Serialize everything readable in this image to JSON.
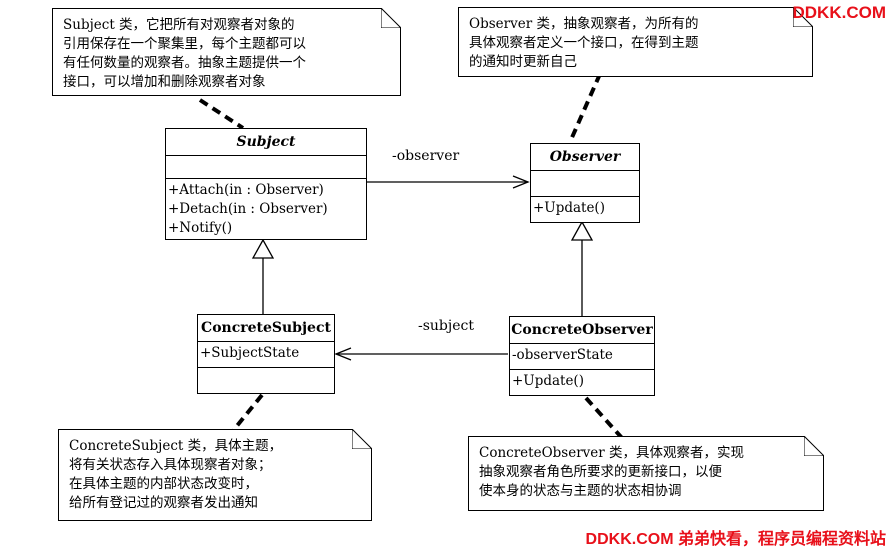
{
  "watermarks": {
    "top_right": "DDKK.COM",
    "bottom_right": "DDKK.COM 弟弟快看，程序员编程资料站"
  },
  "notes": {
    "subject": {
      "lines": [
        "Subject 类，它把所有对观察者对象的",
        "引用保存在一个聚集里，每个主题都可以",
        "有任何数量的观察者。抽象主题提供一个",
        "接口，可以增加和删除观察者对象"
      ]
    },
    "observer": {
      "lines": [
        "Observer 类，抽象观察者，为所有的",
        "具体观察者定义一个接口，在得到主题",
        "的通知时更新自己"
      ]
    },
    "concrete_subject": {
      "lines": [
        "ConcreteSubject 类，具体主题，",
        "将有关状态存入具体现察者对象；",
        "在具体主题的内部状态改变时，",
        "给所有登记过的观察者发出通知"
      ]
    },
    "concrete_observer": {
      "lines": [
        "ConcreteObserver 类，具体观察者，实现",
        "抽象观察者角色所要求的更新接口，以便",
        "使本身的状态与主题的状态相协调"
      ]
    }
  },
  "classes": {
    "subject": {
      "name": "Subject",
      "attributes": [],
      "methods": [
        "+Attach(in  : Observer)",
        "+Detach(in  : Observer)",
        "+Notify()"
      ]
    },
    "observer": {
      "name": "Observer",
      "attributes": [],
      "methods": [
        "+Update()"
      ]
    },
    "concrete_subject": {
      "name": "ConcreteSubject",
      "attributes": [
        "+SubjectState"
      ],
      "methods": []
    },
    "concrete_observer": {
      "name": "ConcreteObserver",
      "attributes": [
        "-observerState"
      ],
      "methods": [
        "+Update()"
      ]
    }
  },
  "associations": {
    "observer_role": "-observer",
    "subject_role": "-subject"
  },
  "colors": {
    "watermark": "#e8101a",
    "line": "#000000"
  }
}
